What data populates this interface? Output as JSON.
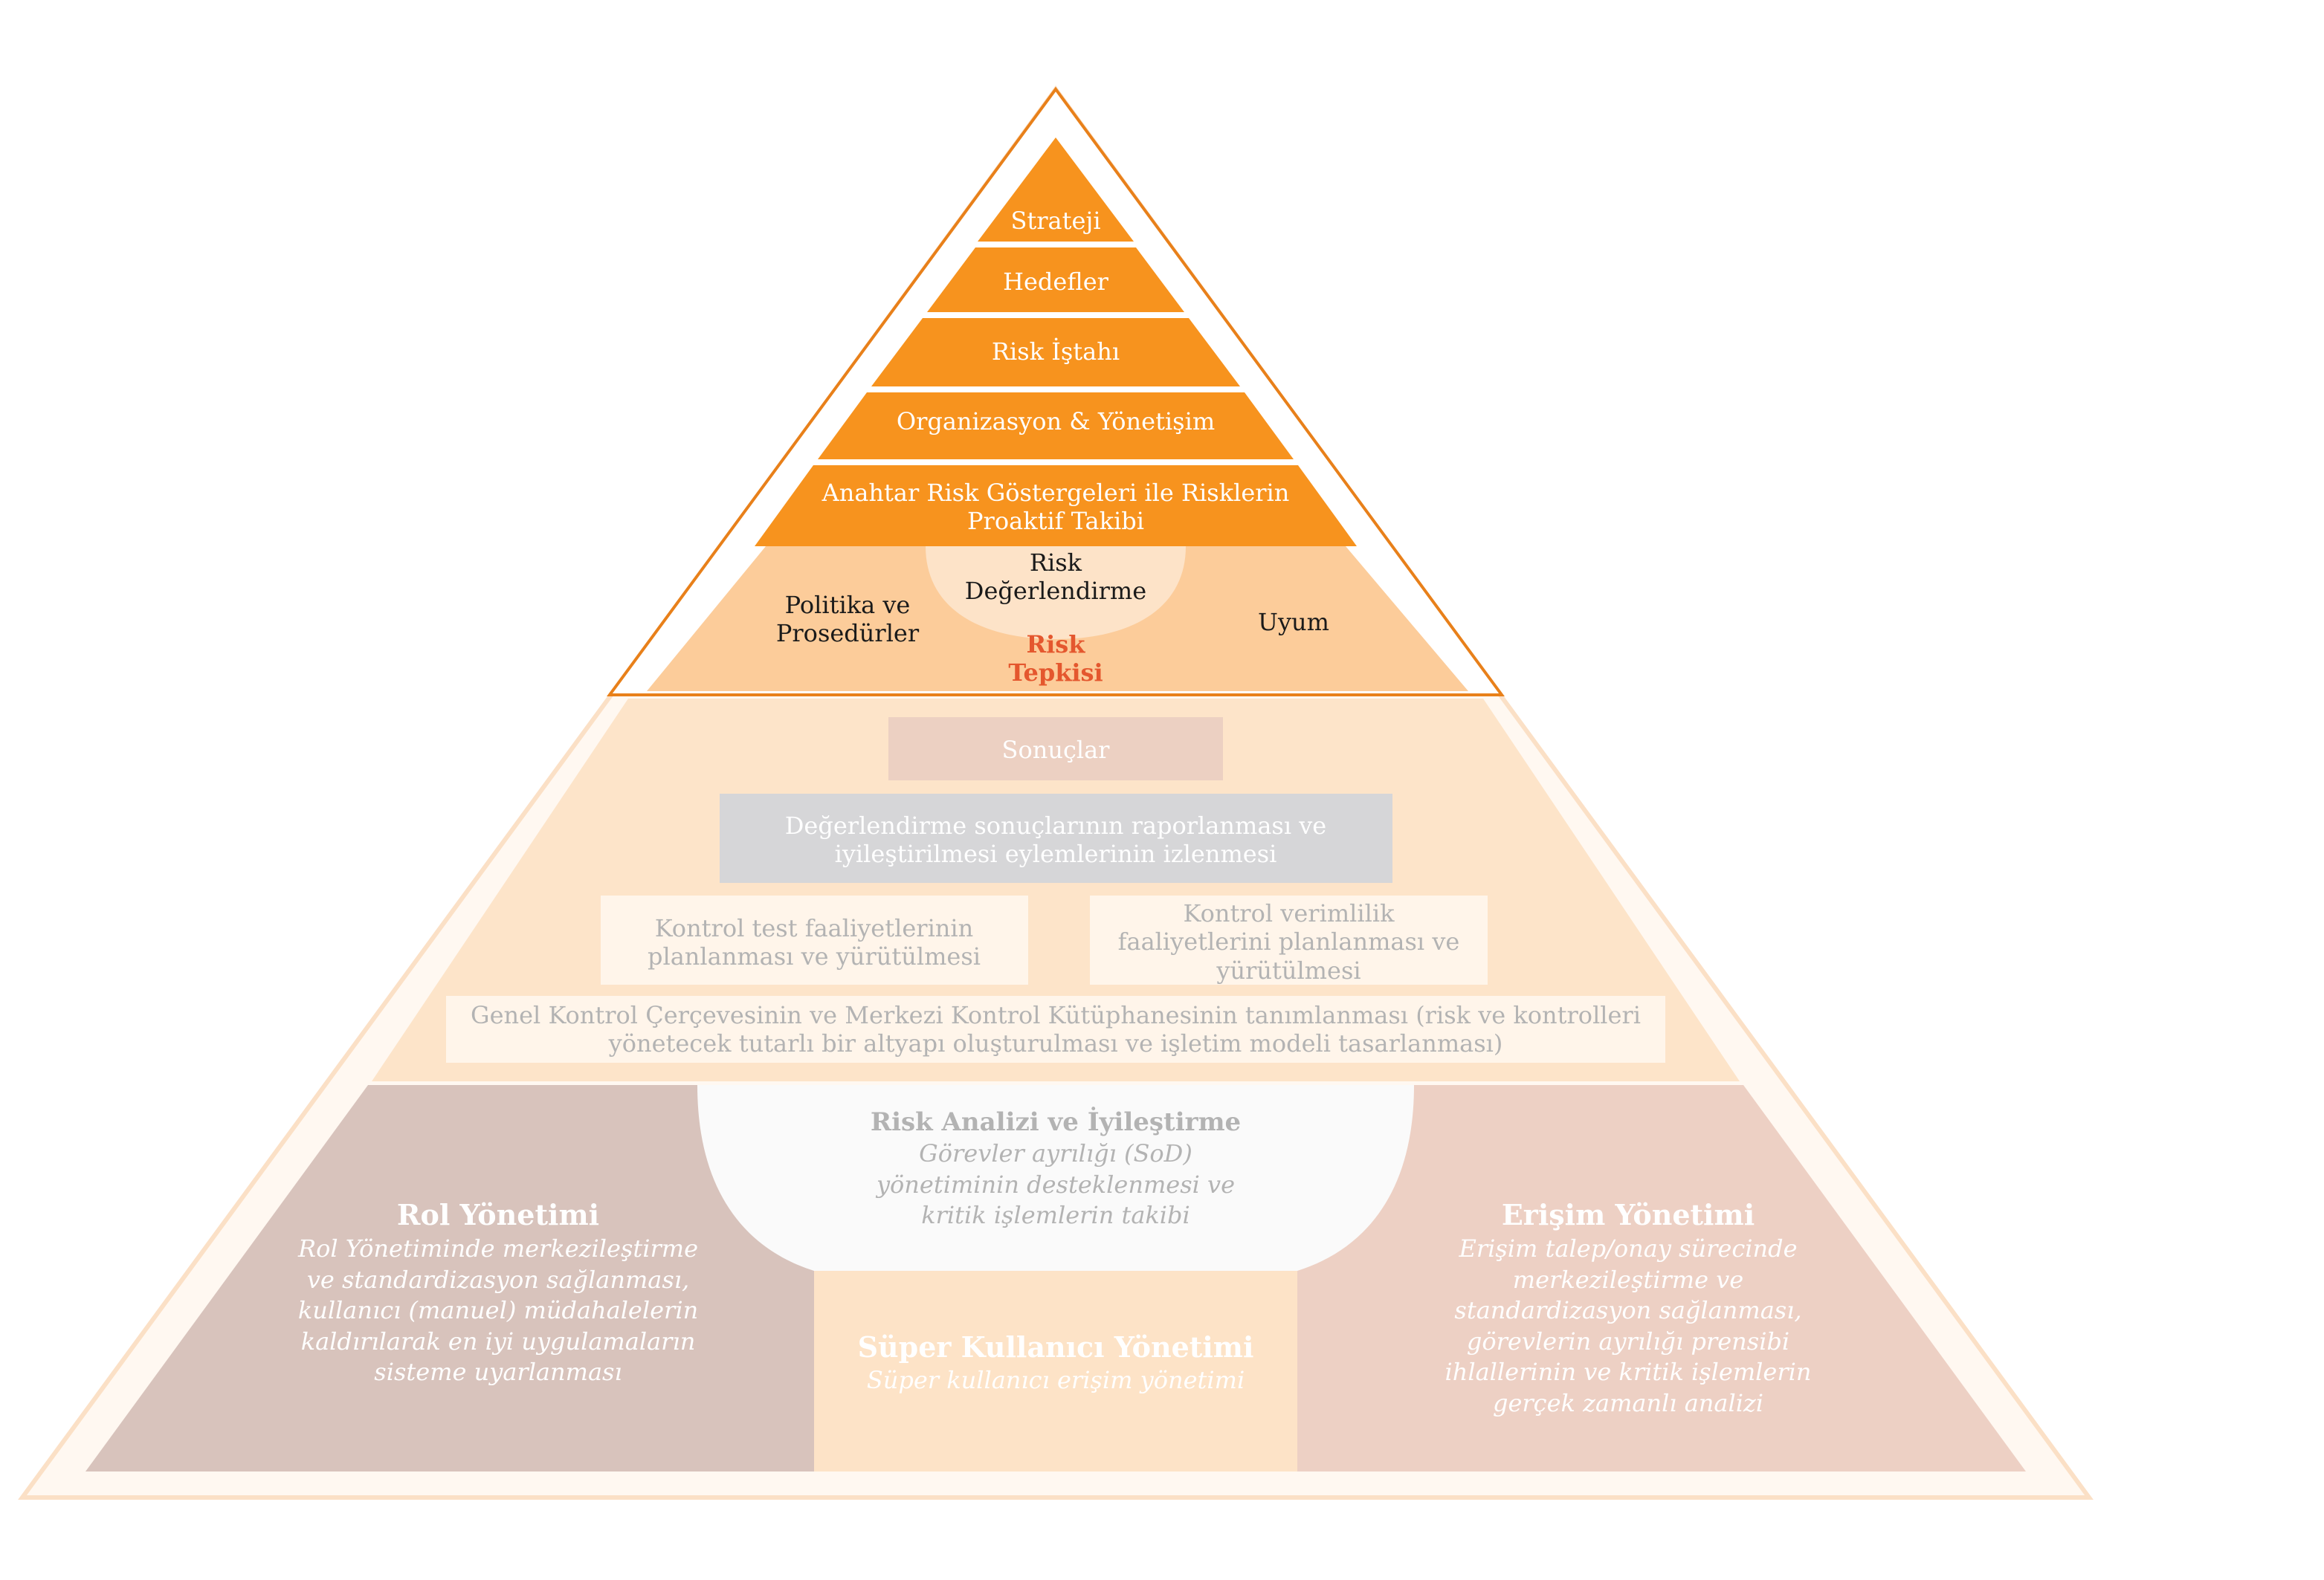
{
  "top_section": {
    "layers": [
      "Strateji",
      "Hedefler",
      "Risk İştahı",
      "Organizasyon & Yönetişim",
      "Anahtar Risk Göstergeleri ile Risklerin Proaktif Takibi"
    ],
    "base_left": "Politika ve Prosedürler",
    "base_center_top": "Risk Değerlendirme",
    "base_center_bottom": "Risk Tepkisi",
    "base_right": "Uyum"
  },
  "middle_section": {
    "results": "Sonuçlar",
    "reporting": "Değerlendirme sonuçlarının raporlanması ve iyileştirilmesi eylemlerinin izlenmesi",
    "control_testing": "Kontrol test faaliyetlerinin planlanması ve yürütülmesi",
    "control_efficiency": "Kontrol verimlilik faaliyetlerini planlanması ve yürütülmesi",
    "framework": "Genel Kontrol Çerçevesinin ve Merkezi Kontrol Kütüphanesinin tanımlanması (risk ve kontrolleri yönetecek tutarlı bir altyapı oluşturulması ve işletim modeli tasarlanması)"
  },
  "bottom_section": {
    "role_title": "Rol Yönetimi",
    "role_desc": "Rol Yönetiminde merkezileştirme ve standardizasyon sağlanması, kullanıcı (manuel) müdahalelerin kaldırılarak en iyi uygulamaların sisteme uyarlanması",
    "risk_title": "Risk Analizi ve İyileştirme",
    "risk_desc": "Görevler ayrılığı (SoD) yönetiminin desteklenmesi ve kritik işlemlerin takibi",
    "super_title": "Süper Kullanıcı Yönetimi",
    "super_desc": "Süper kullanıcı erişim yönetimi",
    "access_title": "Erişim Yönetimi",
    "access_desc": "Erişim talep/onay sürecinde merkezileştirme ve standardizasyon sağlanması, görevlerin ayrılığı prensibi ihlallerinin ve kritik işlemlerin gerçek zamanlı analizi"
  },
  "colors": {
    "orange": "#f7931e",
    "orange_outline": "#e8801a",
    "peach_top_base": "#fccc9a",
    "peach_light": "#fde3c8",
    "mid_fill": "#fde4c9",
    "outline_light": "#fbe0c6",
    "results_box": "#ecd0c2",
    "reporting_box": "#d6d6d8",
    "card_fill": "#fff5ea",
    "role_fill": "#d8c3bc",
    "access_fill": "#edd0c4",
    "super_fill": "#fde3c7",
    "risk_fill": "#fafafa"
  }
}
